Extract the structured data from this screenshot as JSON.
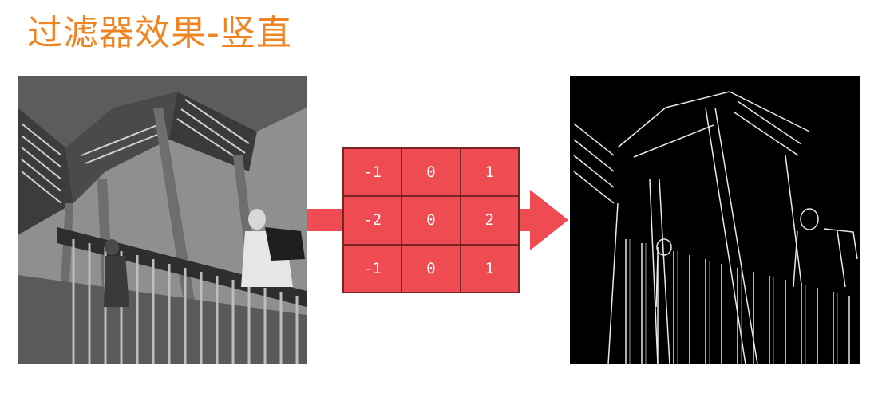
{
  "title": {
    "text": "过滤器效果-竖直",
    "color": "#f08423"
  },
  "kernel": {
    "rows": [
      [
        "-1",
        "0",
        "1"
      ],
      [
        "-2",
        "0",
        "2"
      ],
      [
        "-1",
        "0",
        "1"
      ]
    ],
    "cell_color": "#ee4b52",
    "border_color": "#7a2424"
  },
  "arrow": {
    "color": "#ee4b52"
  },
  "images": {
    "original": "grayscale-staircase-photo",
    "filtered": "vertical-edge-filtered-photo"
  }
}
